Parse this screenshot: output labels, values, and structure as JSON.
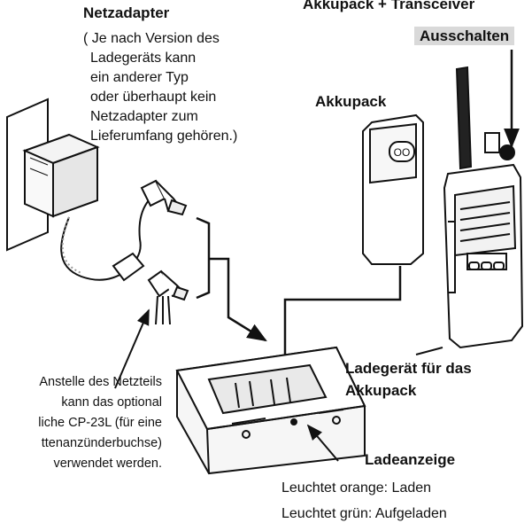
{
  "labels": {
    "netzadapter": "Netzadapter",
    "akku_transceiver": "Akkupack + Transceiver",
    "ausschalten": "Ausschalten",
    "akkupack": "Akkupack",
    "ladegeraet_line1": "Ladegerät für das",
    "ladegeraet_line2": "Akkupack",
    "ladeanzeige": "Ladeanzeige",
    "status_orange": "Leuchtet orange:  Laden",
    "status_gruen": "Leuchtet grün: Aufgeladen"
  },
  "adapter_note": [
    "( Je nach Version des",
    "Ladegeräts kann",
    "ein anderer Typ",
    "oder überhaupt kein",
    "Netzadapter zum",
    "Lieferumfang gehören.)"
  ],
  "cp23l_note": [
    "Anstelle des Netzteils",
    "kann das optional",
    "liche CP-23L (für eine",
    "ttenanzünderbuchse)",
    "verwendet werden."
  ],
  "colors": {
    "line": "#111111",
    "highlight": "#d9d9d9",
    "background": "#ffffff"
  }
}
